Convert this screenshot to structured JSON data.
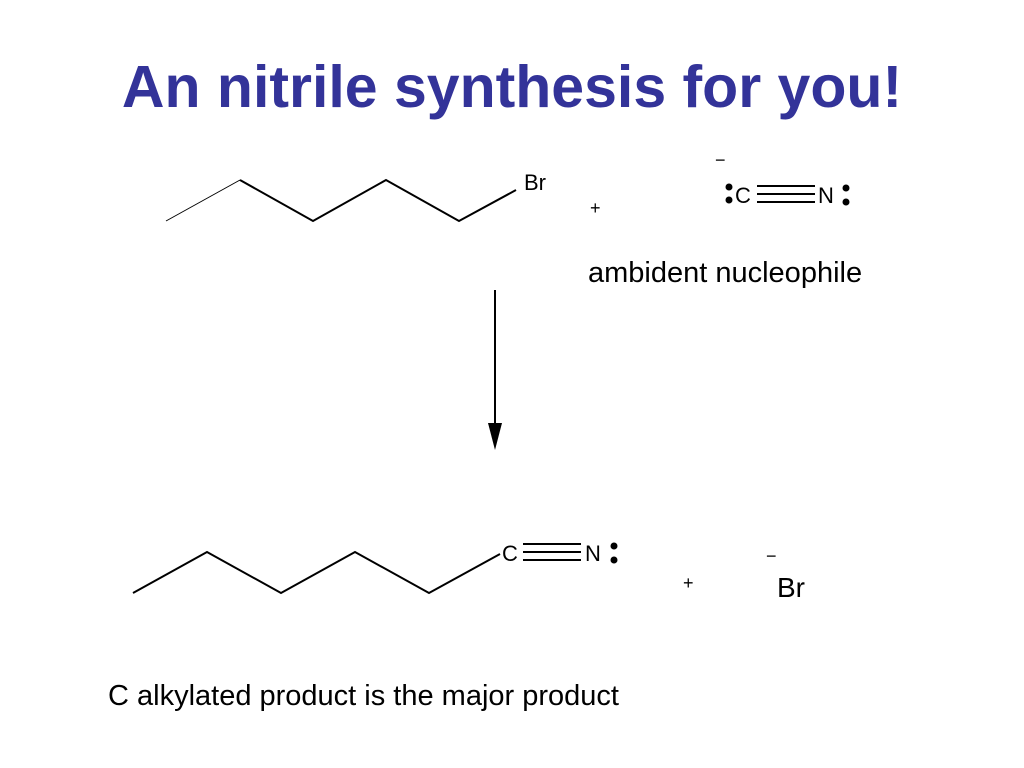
{
  "slide": {
    "title": "An nitrile synthesis for you!",
    "title_color": "#333399"
  },
  "reactant": {
    "halide_label": "Br",
    "plus_label": "+",
    "cyanide_charge": "−",
    "cyanide_carbon": "C",
    "cyanide_nitrogen": "N",
    "note": "ambident  nucleophile"
  },
  "product": {
    "nitrile_carbon": "C",
    "nitrile_nitrogen": "N",
    "plus_label": "+",
    "bromide_charge": "−",
    "bromide_label": "Br"
  },
  "conclusion": "C alkylated product is the major product"
}
